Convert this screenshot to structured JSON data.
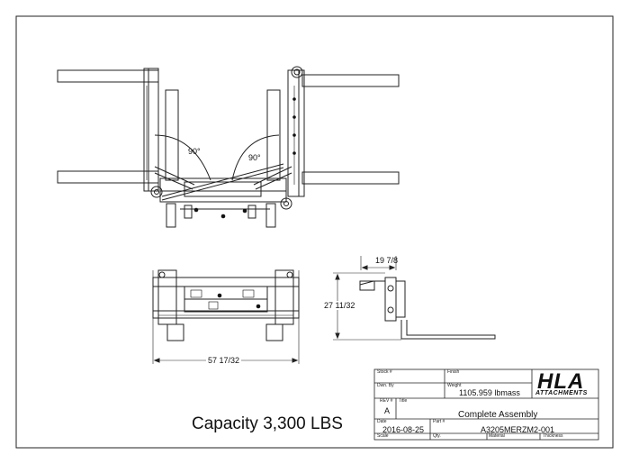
{
  "drawing": {
    "angles": [
      "90°",
      "90°"
    ],
    "dimensions": {
      "top_width": "19 7/8",
      "side_height": "27 11/32",
      "overall_width": "57 17/32"
    },
    "capacity_note": "Capacity 3,300 LBS"
  },
  "title_block": {
    "labels": {
      "stock": "Stock #",
      "finish": "Finish",
      "drawn_by": "Dwn. By",
      "weight": "Weight",
      "rev": "REV #",
      "title": "Title",
      "date": "Date",
      "part": "Part #",
      "scale": "Scale",
      "qty": "Qty.",
      "material": "Material",
      "thickness": "Thickness"
    },
    "weight_value": "1105.959 lbmass",
    "rev_value": "A",
    "title_value": "Complete Assembly",
    "date_value": "2016-08-25",
    "part_value": "A3205MERZM2-001",
    "logo_main": "HLA",
    "logo_sub": "ATTACHMENTS"
  }
}
